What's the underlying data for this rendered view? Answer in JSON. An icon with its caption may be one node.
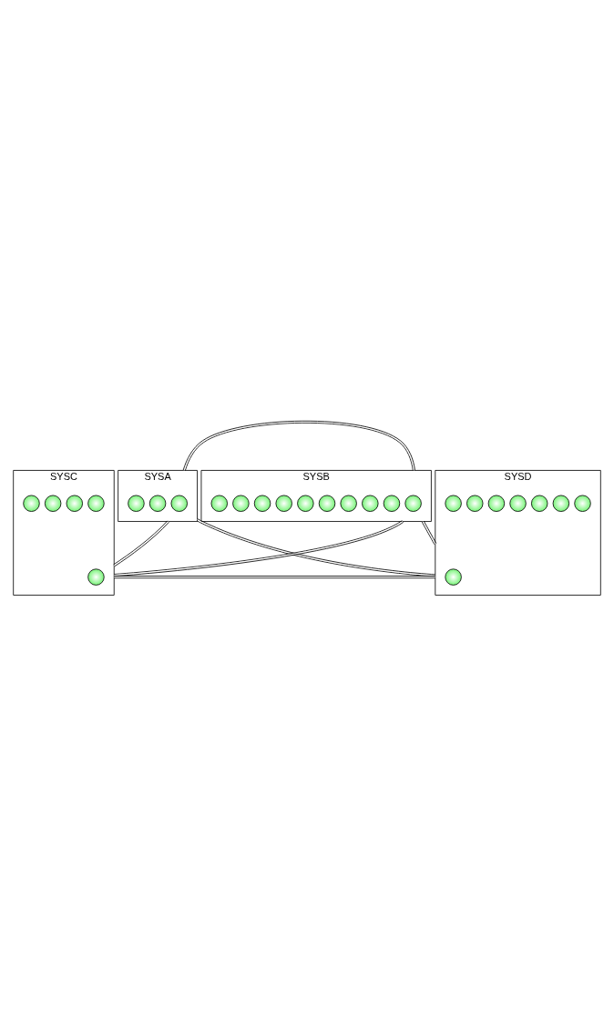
{
  "diagram": {
    "nodes": [
      {
        "text": [
          "SYSA"
        ]
      },
      {
        "text": [],
        "shape": "circle",
        "in": 0
      },
      {
        "text": [],
        "shape": "circle",
        "in": 0
      },
      {
        "text": [],
        "shape": "circle",
        "in": 0
      },
      {
        "text": [
          "SYSB"
        ]
      },
      {
        "text": [],
        "shape": "circle",
        "in": 4
      },
      {
        "text": [],
        "shape": "circle",
        "in": 4
      },
      {
        "text": [],
        "shape": "circle",
        "in": 4
      },
      {
        "text": [],
        "shape": "circle",
        "in": 4
      },
      {
        "text": [],
        "shape": "circle",
        "in": 4
      },
      {
        "text": [],
        "shape": "circle",
        "in": 4
      },
      {
        "text": [],
        "shape": "circle",
        "in": 4
      },
      {
        "text": [],
        "shape": "circle",
        "in": 4
      },
      {
        "text": [],
        "shape": "circle",
        "in": 4
      },
      {
        "text": [],
        "shape": "circle",
        "in": 4
      },
      {
        "text": [
          "SYSC"
        ]
      },
      {
        "text": [],
        "shape": "circle",
        "in": 15
      },
      {
        "text": [],
        "shape": "circle",
        "in": 15
      },
      {
        "text": [],
        "shape": "circle",
        "in": 15
      },
      {
        "text": [],
        "shape": "circle",
        "in": 15
      },
      {
        "text": [],
        "shape": "circle",
        "in": 15
      },
      {
        "text": [
          "SYSD"
        ]
      },
      {
        "text": [],
        "shape": "circle",
        "in": 21
      },
      {
        "text": [],
        "shape": "circle",
        "in": 21
      },
      {
        "text": [],
        "shape": "circle",
        "in": 21
      },
      {
        "text": [],
        "shape": "circle",
        "in": 21
      },
      {
        "text": [],
        "shape": "circle",
        "in": 21
      },
      {
        "text": [],
        "shape": "circle",
        "in": 21
      },
      {
        "text": [],
        "shape": "circle",
        "in": 21
      },
      {
        "text": [],
        "shape": "circle",
        "in": 21
      }
    ],
    "edges": [
      {
        "from": 0,
        "to": 4,
        "arrow": "none"
      },
      {
        "from": 0,
        "to": 15,
        "arrow": "none"
      },
      {
        "from": 0,
        "to": 21,
        "arrow": "none"
      },
      {
        "from": 4,
        "to": 15,
        "arrow": "none"
      },
      {
        "from": 4,
        "to": 21,
        "arrow": "none"
      },
      {
        "from": 15,
        "to": 21,
        "arrow": "none"
      }
    ]
  }
}
